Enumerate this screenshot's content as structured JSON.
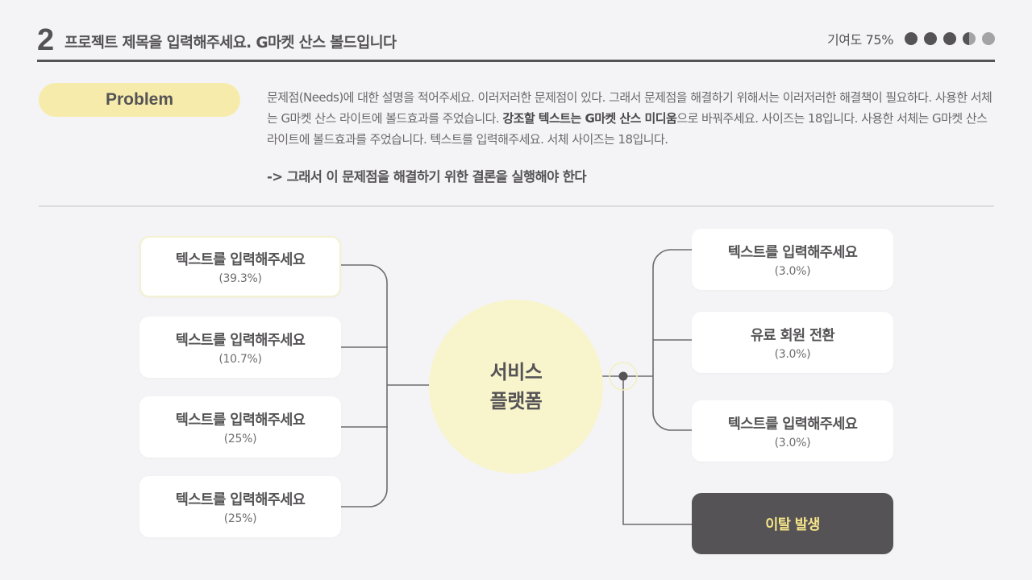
{
  "header": {
    "number": "2",
    "title": "프로젝트 제목을 입력해주세요. G마켓 산스 볼드입니다",
    "contribution": {
      "label": "기여도 75%",
      "dots": [
        "filled",
        "filled",
        "filled",
        "half",
        "empty"
      ]
    }
  },
  "problem": {
    "label": "Problem",
    "text_before": "문제점(Needs)에 대한 설명을 적어주세요. 이러저러한 문제점이 있다. 그래서 문제점을 해결하기 위해서는 이러저러한 해결책이 필요하다. 사용한 서체는 G마켓 산스 라이트에 볼드효과를 주었습니다. ",
    "text_bold": "강조할 텍스트는 G마켓 산스 미디움",
    "text_after": "으로 바꿔주세요. 사이즈는 18입니다. 사용한 서체는 G마켓 산스 라이트에 볼드효과를 주었습니다. 텍스트를 입력해주세요. 서체 사이즈는 18입니다.",
    "conclusion": "-> 그래서 이 문제점을 해결하기 위한 결론을 실행해야 한다"
  },
  "diagram": {
    "center": {
      "line1": "서비스",
      "line2": "플랫폼"
    },
    "left_nodes": [
      {
        "title": "텍스트를 입력해주세요",
        "value": "(39.3%)"
      },
      {
        "title": "텍스트를 입력해주세요",
        "value": "(10.7%)"
      },
      {
        "title": "텍스트를 입력해주세요",
        "value": "(25%)"
      },
      {
        "title": "텍스트를 입력해주세요",
        "value": "(25%)"
      }
    ],
    "right_nodes": [
      {
        "title": "텍스트를 입력해주세요",
        "value": "(3.0%)"
      },
      {
        "title": "유료 회원 전환",
        "value": "(3.0%)"
      },
      {
        "title": "텍스트를 입력해주세요",
        "value": "(3.0%)"
      }
    ],
    "churn_node": {
      "title": "이탈 발생"
    },
    "colors": {
      "text": "#555355",
      "accent_yellow": "#f7ebab",
      "circle": "#f8f4cc",
      "dark_node": "#555355",
      "dark_node_text": "#f5e58a"
    }
  }
}
